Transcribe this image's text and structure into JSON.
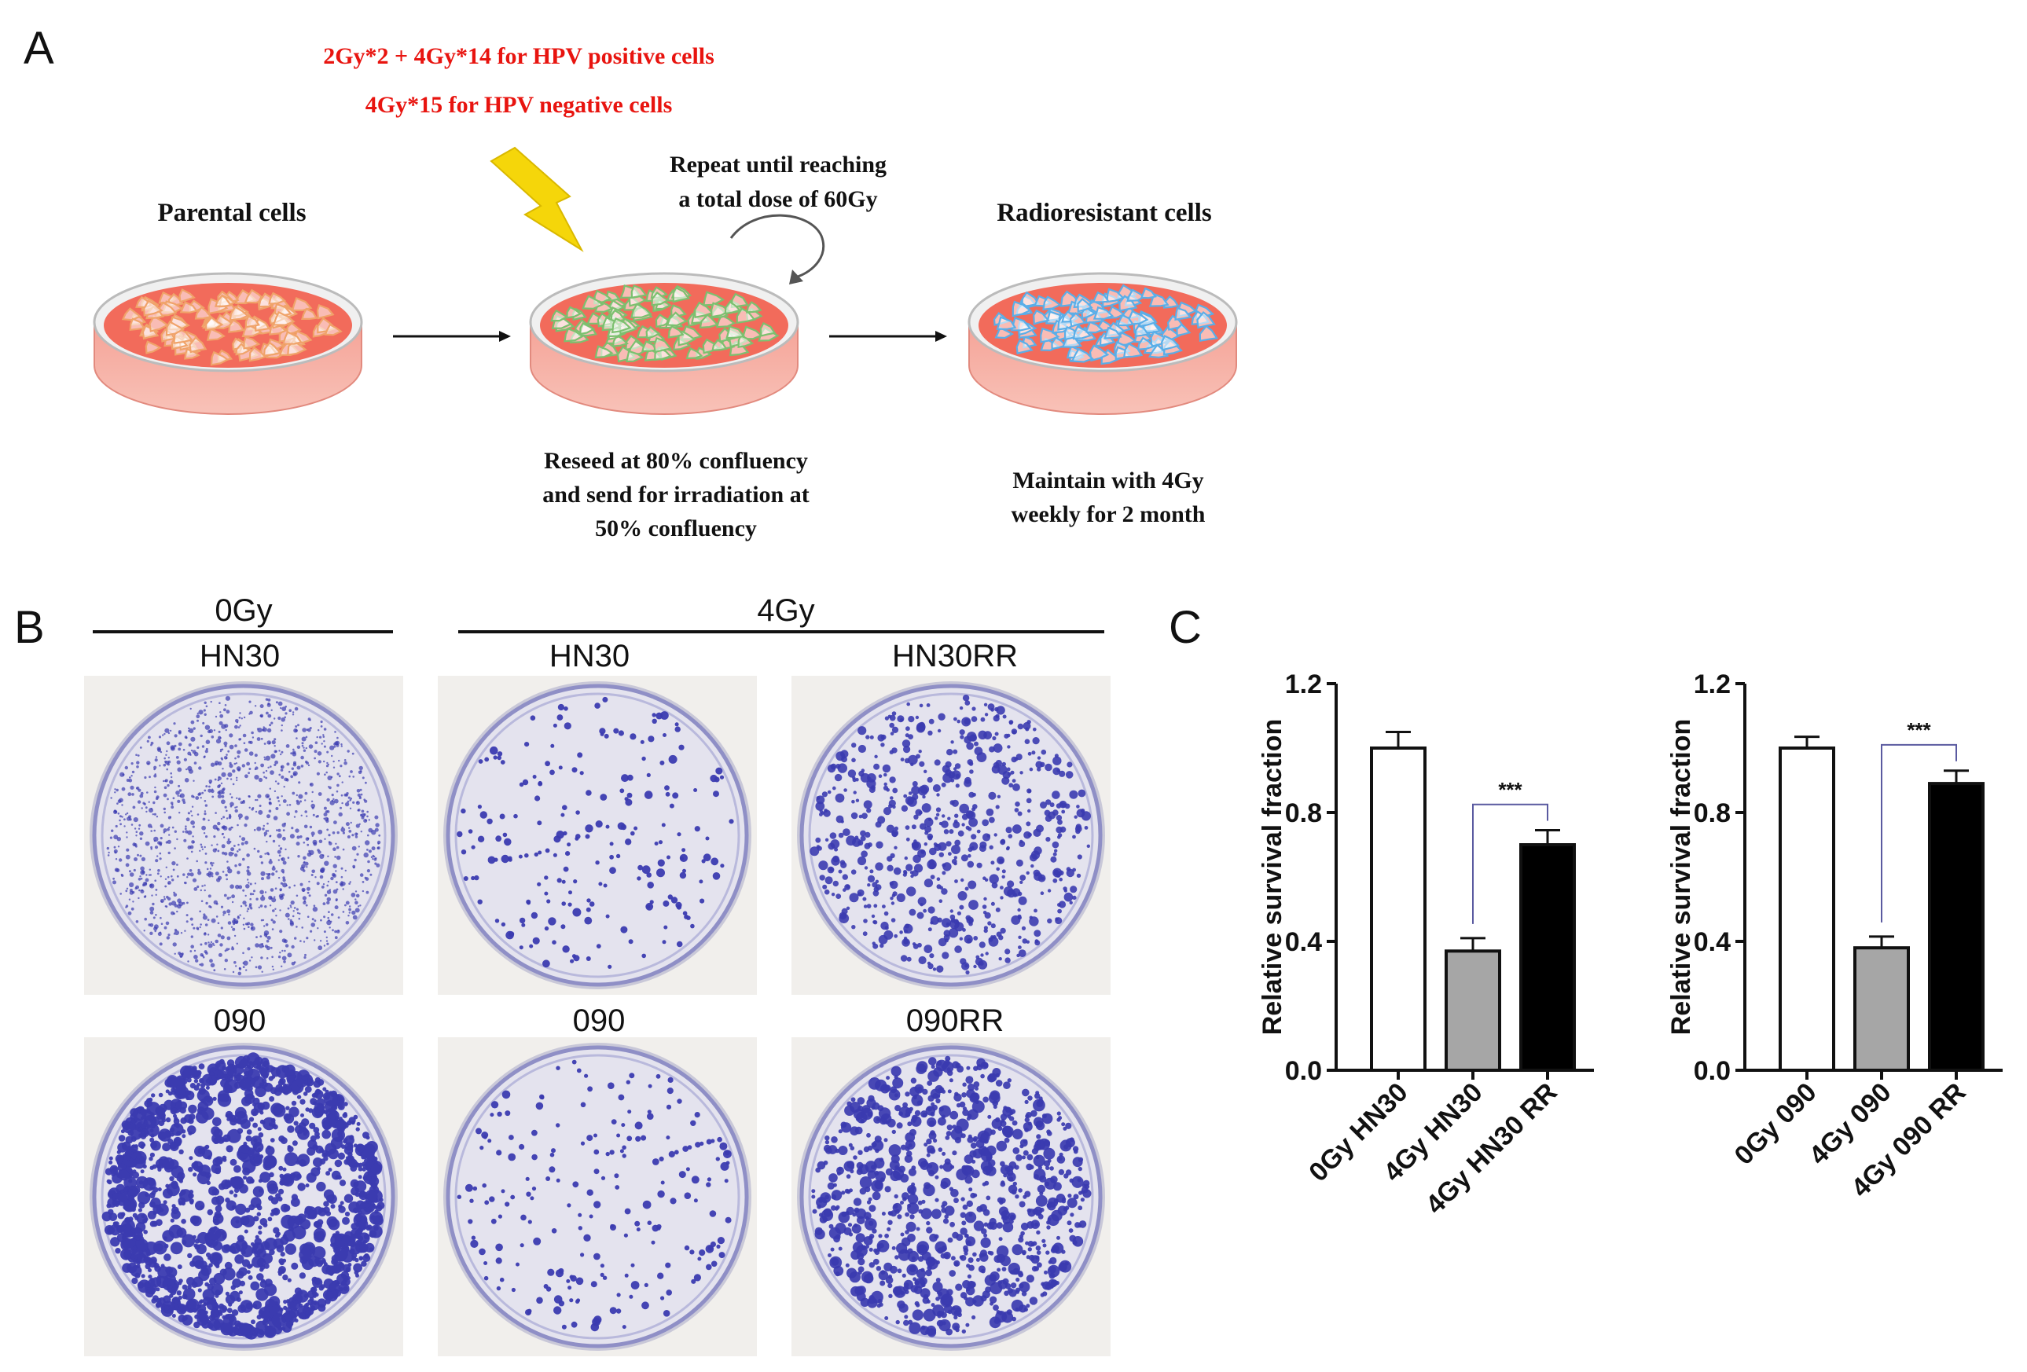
{
  "panel_a": {
    "letter": "A",
    "dose_line1": "2Gy*2 + 4Gy*14 for HPV positive cells",
    "dose_line2": "4Gy*15 for HPV negative cells",
    "parental_label": "Parental cells",
    "repeat_line1": "Repeat until reaching",
    "repeat_line2": "a total dose of 60Gy",
    "radioresistant_label": "Radioresistant cells",
    "reseed_line1": "Reseed at 80% confluency",
    "reseed_line2": "and send for irradiation at",
    "reseed_line3": "50% confluency",
    "maintain_line1": "Maintain with 4Gy",
    "maintain_line2": "weekly for 2 month",
    "colors": {
      "dish_red": "#f26b5b",
      "parental_cells": "#f0a36a",
      "irradiated_cells": "#7cc06f",
      "resistant_cells": "#5aaee8",
      "bolt": "#f5d60a",
      "text_red": "#e8140f"
    },
    "icons": [
      "petri-dish",
      "lightning-bolt",
      "repeat-curved-arrow",
      "right-arrow"
    ]
  },
  "panel_b": {
    "letter": "B",
    "group_0gy": "0Gy",
    "group_4gy": "4Gy",
    "plates": [
      {
        "label": "HN30",
        "density": "high-small"
      },
      {
        "label": "HN30",
        "density": "low"
      },
      {
        "label": "HN30RR",
        "density": "medium"
      },
      {
        "label": "090",
        "density": "very-high"
      },
      {
        "label": "090",
        "density": "low"
      },
      {
        "label": "090RR",
        "density": "high"
      }
    ],
    "colors": {
      "colony": "#3b3bb0",
      "plate_bg": "#e4e3ee"
    }
  },
  "panel_c": {
    "letter": "C",
    "chart_data": [
      {
        "type": "bar",
        "categories": [
          "0Gy HN30",
          "4Gy HN30",
          "4Gy HN30 RR"
        ],
        "values": [
          1.0,
          0.37,
          0.7
        ],
        "errors": [
          0.05,
          0.04,
          0.045
        ],
        "colors": [
          "#ffffff",
          "#a6a6a6",
          "#000000"
        ],
        "ylabel": "Relative survival fraction",
        "ylim": [
          0,
          1.2
        ],
        "yticks": [
          "0.0",
          "0.4",
          "0.8",
          "1.2"
        ],
        "significance": {
          "between": [
            1,
            2
          ],
          "label": "***"
        }
      },
      {
        "type": "bar",
        "categories": [
          "0Gy 090",
          "4Gy 090",
          "4Gy 090 RR"
        ],
        "values": [
          1.0,
          0.38,
          0.89
        ],
        "errors": [
          0.035,
          0.035,
          0.04
        ],
        "colors": [
          "#ffffff",
          "#a6a6a6",
          "#000000"
        ],
        "ylabel": "Relative survival fraction",
        "ylim": [
          0,
          1.2
        ],
        "yticks": [
          "0.0",
          "0.4",
          "0.8",
          "1.2"
        ],
        "significance": {
          "between": [
            1,
            2
          ],
          "label": "***"
        }
      }
    ]
  }
}
